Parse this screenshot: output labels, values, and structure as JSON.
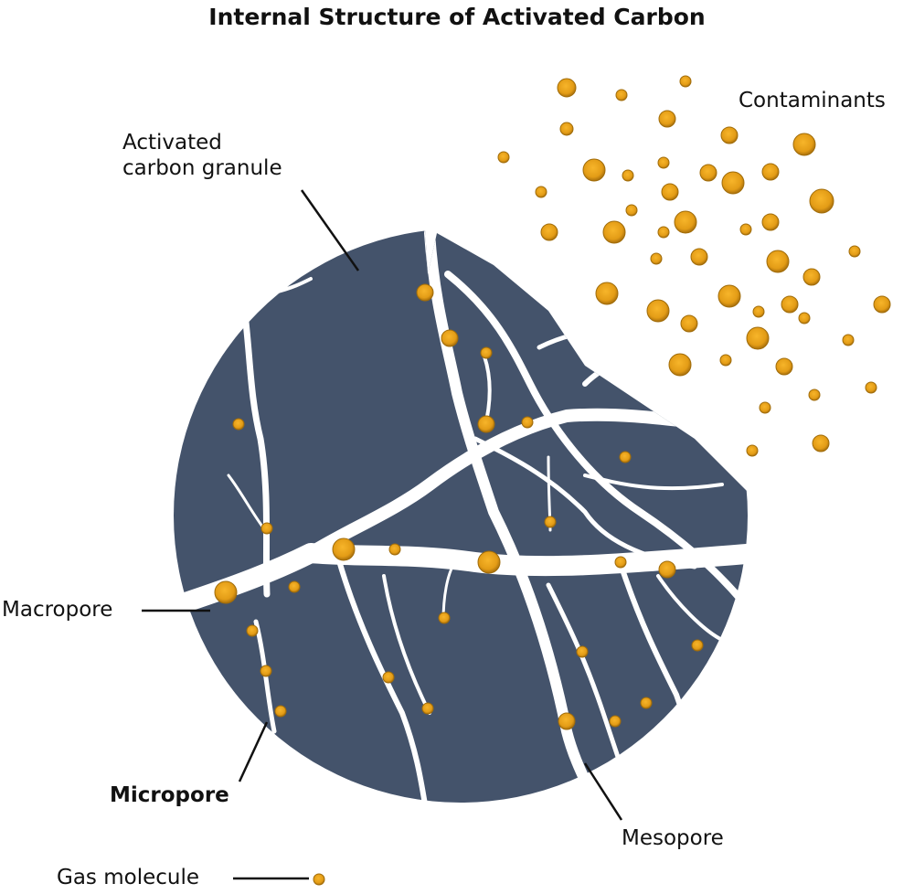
{
  "title": "Internal Structure of Activated Carbon",
  "labels": {
    "granule_line1": "Activated",
    "granule_line2": "carbon granule",
    "contaminants": "Contaminants",
    "macropore": "Macropore",
    "micropore": "Micropore",
    "mesopore": "Mesopore",
    "gas_molecule": "Gas molecule"
  },
  "colors": {
    "granule": "#44536b",
    "molecule": "#e9a21a",
    "molecule_edge": "#a06c0a",
    "pores": "#ffffff"
  }
}
